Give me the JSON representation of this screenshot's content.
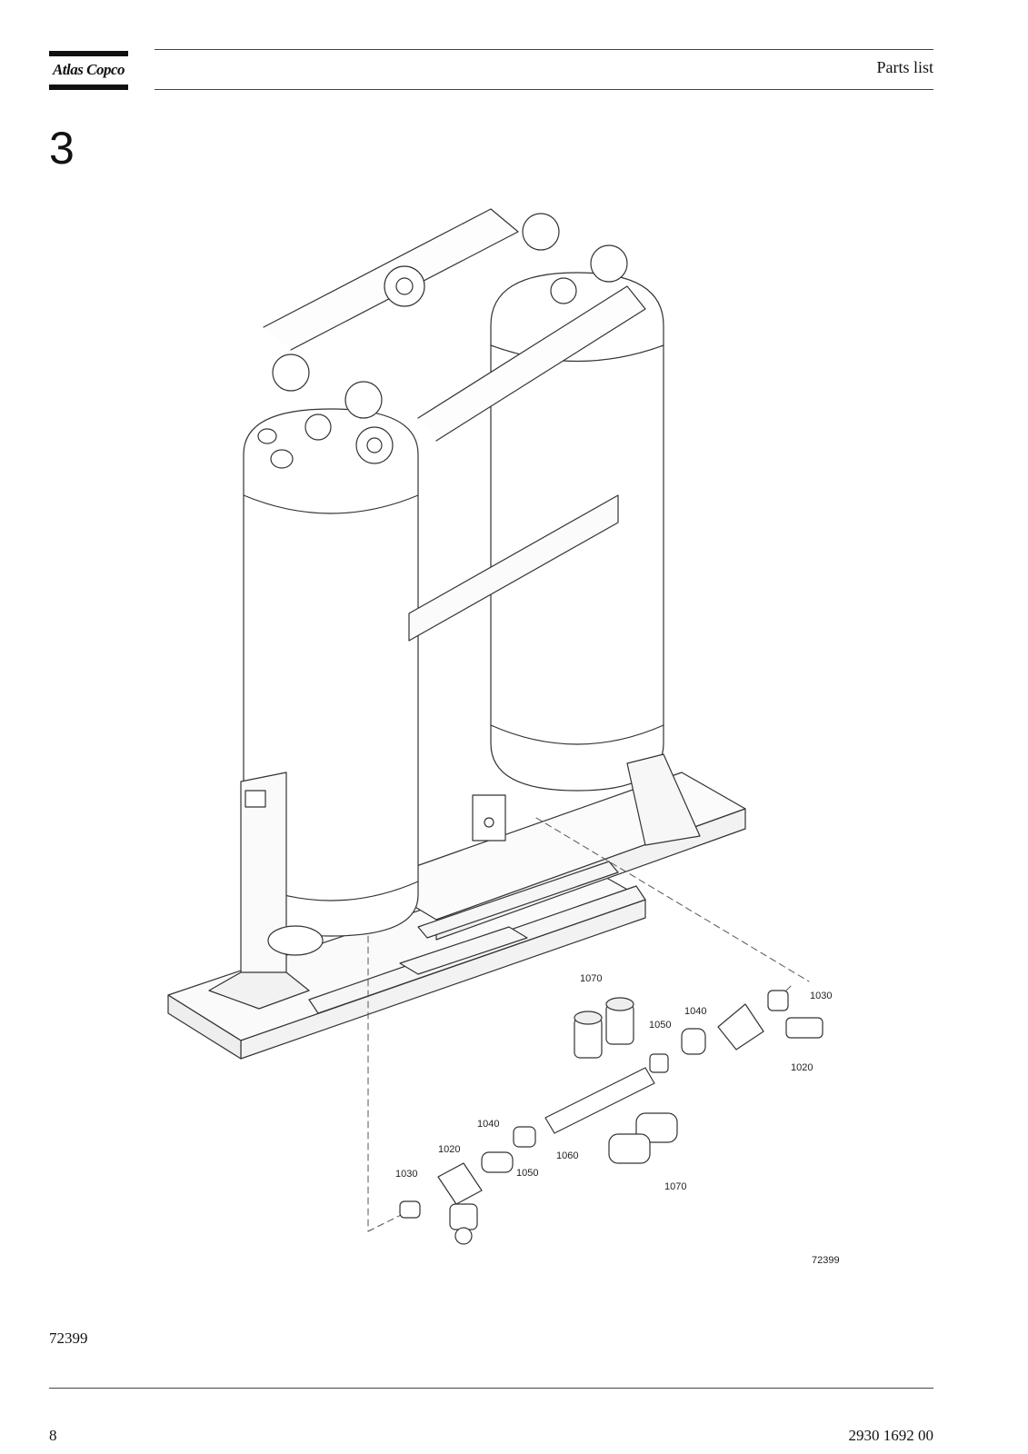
{
  "header": {
    "logo_text": "Atlas Copco",
    "title": "Parts list"
  },
  "section": {
    "number": "3"
  },
  "figure": {
    "callouts": [
      "1070",
      "1040",
      "1050",
      "1030",
      "1020",
      "1020",
      "1040",
      "1060",
      "1050",
      "1030",
      "1070"
    ],
    "figure_number": "72399"
  },
  "caption": {
    "figure_ref": "72399"
  },
  "footer": {
    "page_number": "8",
    "document_number": "2930 1692 00"
  }
}
